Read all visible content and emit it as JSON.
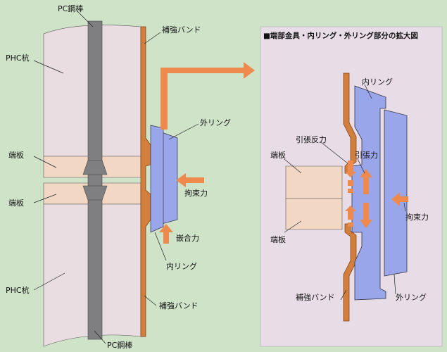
{
  "colors": {
    "background": "#cfe3c9",
    "pile": "#eadde2",
    "end_plate": "#f2d7c4",
    "pc_bar": "#7f7f81",
    "band": "#d27e3c",
    "ring": "#9aa6ea",
    "arrow": "#ef8a4e",
    "detail_panel": "#e8dde6"
  },
  "left": {
    "pc_bar_top": "PC鋼棒",
    "pc_bar_bottom": "PC鋼棒",
    "band_top": "補強バンド",
    "band_bottom": "補強バンド",
    "pile_top": "PHC杭",
    "pile_bottom": "PHC杭",
    "end_plate_top": "端板",
    "end_plate_bottom": "端板",
    "outer_ring": "外リング",
    "inner_ring": "内リング",
    "restraint_force": "拘束力",
    "fitting_force": "嵌合力"
  },
  "detail": {
    "title": "■端部金具・内リング・外リング部分の拡大図",
    "inner_ring": "内リング",
    "reaction_force": "引張反力",
    "tensile_force": "引張力",
    "end_plate_top": "端板",
    "end_plate_bottom": "端板",
    "restraint_force": "拘束力",
    "band": "補強バンド",
    "outer_ring": "外リング"
  }
}
